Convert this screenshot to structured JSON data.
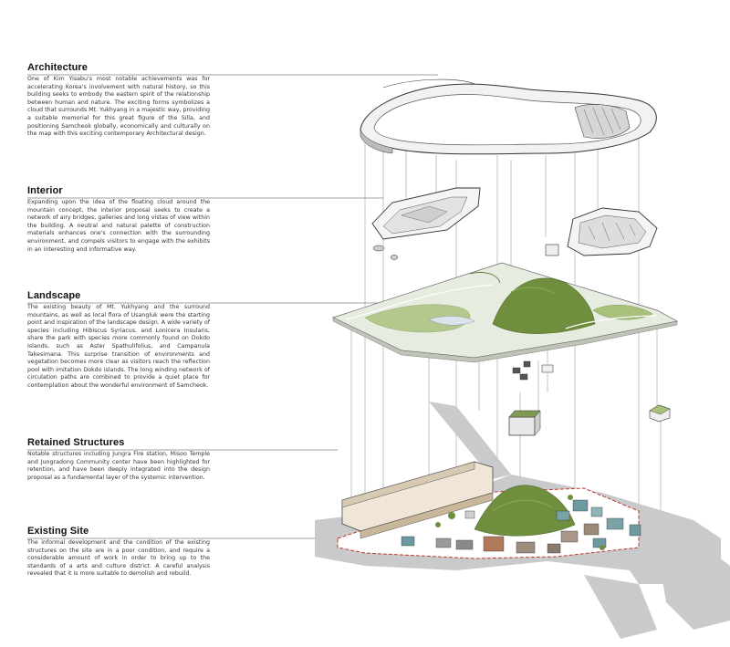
{
  "sections": [
    {
      "title": "Architecture",
      "text": "One of Kim Yisabu's most notable achievements was for accelerating Korea's involvement with natural history, so this building seeks to embody the eastern spirit of the relationship between human and nature. The exciting forms symbolizes a cloud that surrounds Mt. Yukhyang in a majestic way, providing a suitable memorial for this great figure of the Silla, and positioning Samcheok globally, economically and culturally on the map with this exciting contemporary Architectural design."
    },
    {
      "title": "Interior",
      "text": "Expanding upon the idea of the floating cloud around the mountain concept, the interior proposal seeks to create a network of airy bridges, galleries and long vistas of view within the building. A neutral and natural palette of construction materials enhances one's connection with the surrounding environment, and compels visitors to engage with the exhibits in an interesting and informative way."
    },
    {
      "title": "Landscape",
      "text": "The existing beauty of Mt. Yukhyang and the surround mountains, as well as local flora of Usangluk were the starting point and inspiration of the landscape design. A wide variety of species including Hibiscus Syriacus, and Lonicera Insularis, share the park with species more commonly found on Dokdo Islands, such as Aster Spathulifolius, and Campanula Takesimana. This surprise transition of environments and vegetation becomes more clear as visitors reach the reflection pool with imitation Dokdo islands. The long winding network of circulation paths are combined to provide a quiet place for contemplation about the wonderful environment of Samcheok."
    },
    {
      "title": "Retained Structures",
      "text": "Notable structures including Jungra Fire station, Misoo Temple and Jungradong Community center have been highlighted for retention, and have been deeply integrated into the design proposal as a fundamental layer of the systemic intervention."
    },
    {
      "title": "Existing Site",
      "text": "The informal development and the condition of the existing structures on the site are in a poor condition, and require a considerable amount of work in order to bring up to the standards of a arts and culture district. A careful analysis revealed that it is more suitable to demolish and rebuild."
    }
  ],
  "colors": {
    "road": "#c9cacc",
    "grass": "#6f8f3e",
    "grass_light": "#a8c07a",
    "water": "#dbe4ea",
    "site_boundary": "#c0392b",
    "structure_line": "#555555"
  }
}
